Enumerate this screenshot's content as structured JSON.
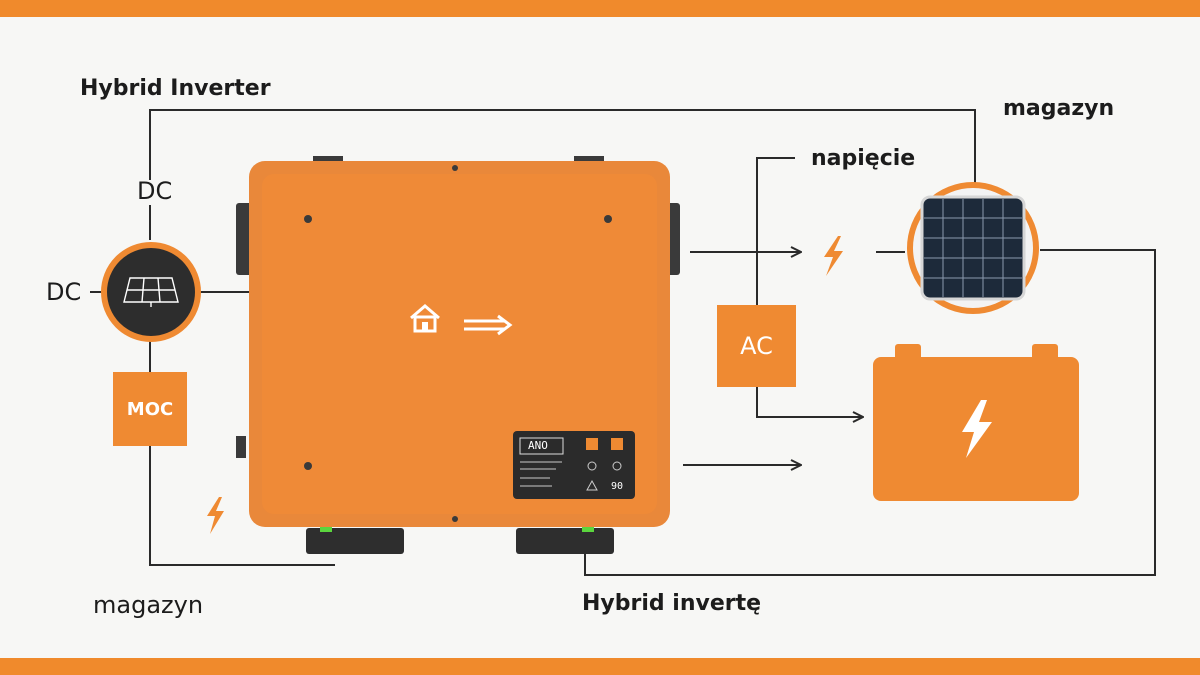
{
  "labels": {
    "title_left": "Hybrid Inverter",
    "dc_top": "DC",
    "dc_left": "DC",
    "moc": "MOC",
    "magazyn_bottom": "magazyn",
    "hybrid_bottom": "Hybrid invertę",
    "napiecie": "napięcie",
    "magazyn_top": "magazyn",
    "ac": "AC"
  },
  "inverter_panel": {
    "display_text": "ANO",
    "value": "90"
  },
  "icons": [
    "solar-panel-icon",
    "home-icon",
    "arrow-right-icon",
    "lightning-icon",
    "battery-icon",
    "solar-module-icon"
  ],
  "colors": {
    "accent": "#ef8a32",
    "line": "#2a2a2a",
    "dark": "#2d2d2d"
  }
}
